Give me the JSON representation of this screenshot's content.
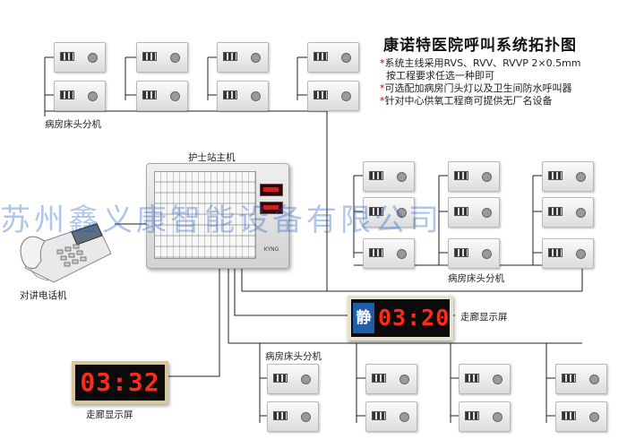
{
  "title": "康诺特医院呼叫系统拓扑图",
  "notes": [
    {
      "mark": "*",
      "text": "系统主线采用RVS、RVV、RVVP 2×0.5mm"
    },
    {
      "mark": "",
      "text": "按工程要求任选一种即可"
    },
    {
      "mark": "*",
      "text": "可选配加病房门头灯以及卫生间防水呼叫器"
    },
    {
      "mark": "*",
      "text": "针对中心供氧工程商可提供无厂名设备"
    }
  ],
  "labels": {
    "bedside_top": "病房床头分机",
    "nurse_station": "护士站主机",
    "intercom_phone": "对讲电话机",
    "bedside_right": "病房床头分机",
    "bedside_bottom": "病房床头分机",
    "corridor_display_right": "走廊显示屏",
    "corridor_display_left": "走廊显示屏"
  },
  "displays": {
    "right_time": "03:20",
    "right_badge": "静",
    "left_time": "03:32"
  },
  "nurse_brand": "KYNG",
  "watermark": "苏州鑫义康智能设备有限公司",
  "colors": {
    "wire": "#222222",
    "led_red": "#ff2a1a",
    "note_mark": "#d40000",
    "watermark": "#1e5ac8"
  }
}
